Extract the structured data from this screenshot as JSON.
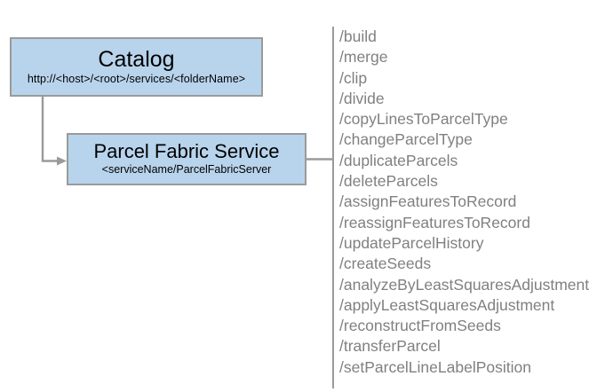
{
  "diagram": {
    "type": "architecture-tree",
    "background_color": "#ffffff",
    "nodes": [
      {
        "id": "catalog",
        "title": "Catalog",
        "subtitle": "http://<host>/<root>/services/<folderName>",
        "fill_color": "#b8d4ec",
        "border_color": "#9a9a9a"
      },
      {
        "id": "parcel-fabric-service",
        "title": "Parcel Fabric Service",
        "subtitle": "<serviceName/ParcelFabricServer",
        "fill_color": "#b8d4ec",
        "border_color": "#9a9a9a"
      }
    ],
    "connectors": [
      {
        "id": "catalog-to-service",
        "from": "catalog",
        "to": "parcel-fabric-service",
        "style": "elbow",
        "arrowhead": "triangle",
        "color": "#9a9a9a"
      },
      {
        "id": "service-to-operations",
        "from": "parcel-fabric-service",
        "to": "operations",
        "style": "straight",
        "arrowhead": "none",
        "color": "#9a9a9a"
      }
    ],
    "operations": {
      "text_color": "#808080",
      "divider_color": "#9a9a9a",
      "items": [
        "/build",
        "/merge",
        "/clip",
        "/divide",
        "/copyLinesToParcelType",
        "/changeParcelType",
        "/duplicateParcels",
        "/deleteParcels",
        "/assignFeaturesToRecord",
        "/reassignFeaturesToRecord",
        "/updateParcelHistory",
        "/createSeeds",
        "/analyzeByLeastSquaresAdjustment",
        "/applyLeastSquaresAdjustment",
        "/reconstructFromSeeds",
        "/transferParcel",
        "/setParcelLineLabelPosition"
      ]
    }
  }
}
